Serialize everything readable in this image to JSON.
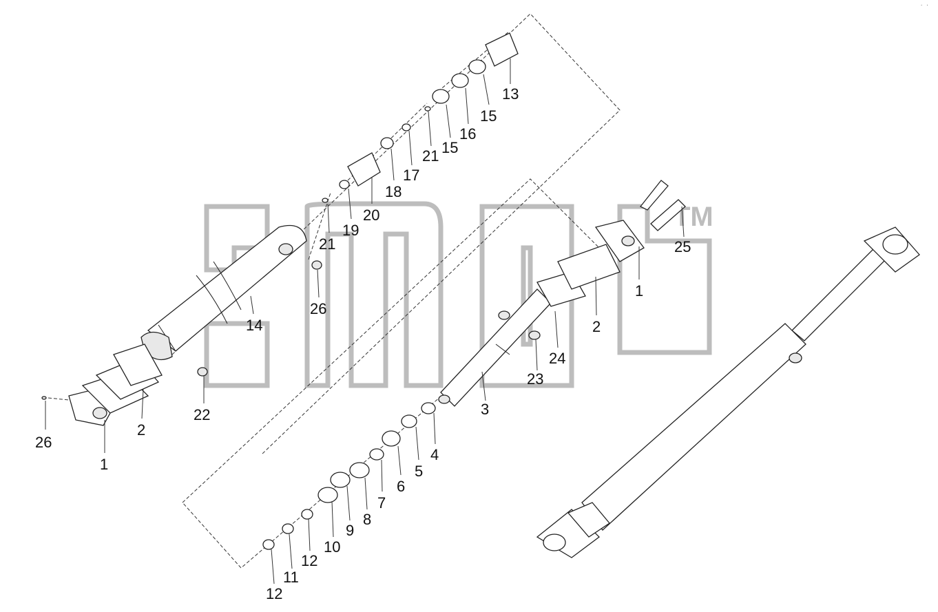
{
  "watermark": {
    "trademark": "TM"
  },
  "corner_mark": "· ·",
  "callouts": [
    {
      "id": "c-13",
      "text": "13"
    },
    {
      "id": "c-15a",
      "text": "15"
    },
    {
      "id": "c-16",
      "text": "16"
    },
    {
      "id": "c-15b",
      "text": "15"
    },
    {
      "id": "c-21a",
      "text": "21"
    },
    {
      "id": "c-17",
      "text": "17"
    },
    {
      "id": "c-18",
      "text": "18"
    },
    {
      "id": "c-20",
      "text": "20"
    },
    {
      "id": "c-19",
      "text": "19"
    },
    {
      "id": "c-21b",
      "text": "21"
    },
    {
      "id": "c-26a",
      "text": "26"
    },
    {
      "id": "c-14",
      "text": "14"
    },
    {
      "id": "c-22",
      "text": "22"
    },
    {
      "id": "c-2a",
      "text": "2"
    },
    {
      "id": "c-26b",
      "text": "26"
    },
    {
      "id": "c-1a",
      "text": "1"
    },
    {
      "id": "c-25",
      "text": "25"
    },
    {
      "id": "c-1b",
      "text": "1"
    },
    {
      "id": "c-2b",
      "text": "2"
    },
    {
      "id": "c-24",
      "text": "24"
    },
    {
      "id": "c-23",
      "text": "23"
    },
    {
      "id": "c-3",
      "text": "3"
    },
    {
      "id": "c-4",
      "text": "4"
    },
    {
      "id": "c-5",
      "text": "5"
    },
    {
      "id": "c-6",
      "text": "6"
    },
    {
      "id": "c-7",
      "text": "7"
    },
    {
      "id": "c-8",
      "text": "8"
    },
    {
      "id": "c-9",
      "text": "9"
    },
    {
      "id": "c-10",
      "text": "10"
    },
    {
      "id": "c-12a",
      "text": "12"
    },
    {
      "id": "c-11",
      "text": "11"
    },
    {
      "id": "c-12b",
      "text": "12"
    }
  ]
}
